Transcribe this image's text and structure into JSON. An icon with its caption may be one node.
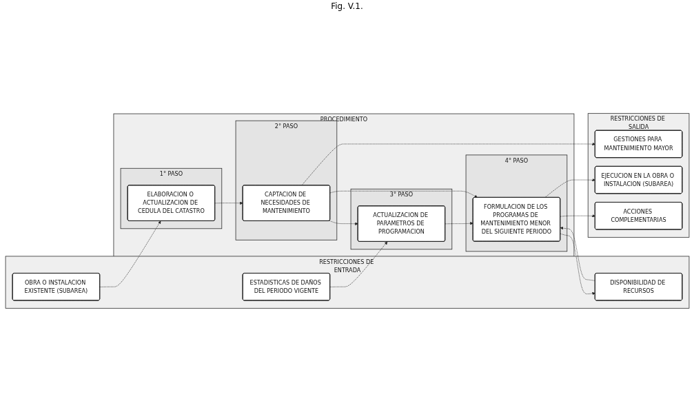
{
  "diagram": {
    "nodes": [
      {
        "text": [
          "RESTRICCIONES DE ENTRADA"
        ]
      },
      {
        "text": [
          "OBRA O INSTALACION EXISTENTE (SUBAREA)"
        ],
        "in": 0
      },
      {
        "text": [
          "ESTADISTICAS DE DAÑOS DEL PERIODO VIGENTE"
        ],
        "in": 0
      },
      {
        "text": [
          "DISPONIBILIDAD DE RECURSOS"
        ],
        "in": 0
      },
      {
        "text": [
          "PROCEDIMIENTO"
        ]
      },
      {
        "text": [
          "1° PASO"
        ],
        "in": 4
      },
      {
        "text": [
          "ELABORACION O ACTUALIZACION DE CEDULA DEL CATASTRO"
        ],
        "in": 5
      },
      {
        "text": [
          "2° PASO"
        ],
        "in": 4
      },
      {
        "text": [
          "CAPTACION DE NECESIDADES DE MANTENIMIENTO"
        ],
        "in": 7
      },
      {
        "text": [
          "3° PASO"
        ],
        "in": 4
      },
      {
        "text": [
          "ACTUALIZACION DE PARAMETROS DE PROGRAMACION"
        ],
        "in": 9
      },
      {
        "text": [
          "4° PASO"
        ],
        "in": 4
      },
      {
        "text": [
          "FORMULACION DE LOS PROGRAMAS DE MANTENIMIENTO MENOR DEL SIGUIENTE PERIODO"
        ],
        "in": 11
      },
      {
        "text": [
          "RESTRICCIONES DE SALIDA"
        ]
      },
      {
        "text": [
          "GESTIONES PARA MANTENIMIENTO MAYOR"
        ],
        "in": 13
      },
      {
        "text": [
          "EJECUCION EN LA OBRA O INSTALACION (SUBAREA)"
        ],
        "in": 13
      },
      {
        "text": [
          "ACCIONES COMPLEMENTARIAS"
        ],
        "in": 13
      }
    ],
    "edges": [
      {
        "from": 1,
        "to": 6,
        "arrow": "to",
        "style": "dashed"
      },
      {
        "from": 6,
        "to": 8,
        "arrow": "to",
        "style": "dashed"
      },
      {
        "from": 8,
        "to": 10,
        "arrow": "to",
        "style": "dashed"
      },
      {
        "from": 10,
        "to": 12,
        "arrow": "to",
        "style": "dashed"
      },
      {
        "from": 12,
        "to": 15,
        "arrow": "to",
        "style": "dashed"
      },
      {
        "from": 8,
        "to": 14,
        "arrow": "to",
        "style": "dashed"
      },
      {
        "from": 8,
        "to": 12,
        "arrow": "to",
        "style": "dashed"
      },
      {
        "from": 2,
        "to": 10,
        "arrow": "to",
        "style": "dashed"
      },
      {
        "from": 12,
        "to": 16,
        "arrow": "to",
        "style": "dashed"
      },
      {
        "from": 12,
        "to": 3,
        "arrow": "to",
        "style": "dashed"
      },
      {
        "from": 3,
        "to": 12,
        "arrow": "to",
        "style": "dashed"
      }
    ],
    "labels": [
      "Fig. V.1."
    ]
  }
}
